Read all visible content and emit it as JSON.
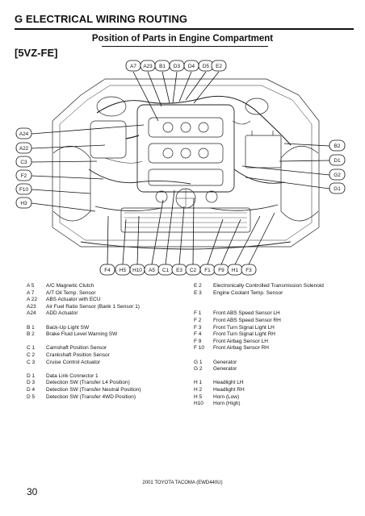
{
  "header": {
    "title": "G  ELECTRICAL WIRING ROUTING",
    "engine": "[5VZ-FE]"
  },
  "diagram": {
    "title": "Position of Parts in Engine Compartment",
    "top_tags": [
      "A7",
      "A23",
      "B1",
      "D3",
      "D4",
      "D5",
      "E2"
    ],
    "left_tags": [
      "A24",
      "A22",
      "C3",
      "F2",
      "F10",
      "H3"
    ],
    "right_tags": [
      "B2",
      "D1",
      "G2",
      "G1"
    ],
    "bottom_tags": [
      "F4",
      "H5",
      "H10",
      "A5",
      "C1",
      "E3",
      "C2",
      "F1",
      "F9",
      "H1",
      "F3"
    ]
  },
  "legend": {
    "left": [
      [
        {
          "code": "A  5",
          "name": "A/C Magnetic Clutch"
        },
        {
          "code": "A  7",
          "name": "A/T Oil Temp. Sensor"
        },
        {
          "code": "A 22",
          "name": "ABS Actuator with ECU"
        },
        {
          "code": "A23",
          "name": "Air Fuel Ratio Sensor (Bank 1 Sensor 1)"
        },
        {
          "code": "A24",
          "name": "ADD Actuator"
        }
      ],
      [
        {
          "code": "B  1",
          "name": "Back-Up Light SW"
        },
        {
          "code": "B  2",
          "name": "Brake Fluid Level Warning SW"
        }
      ],
      [
        {
          "code": "C  1",
          "name": "Camshaft Position Sensor"
        },
        {
          "code": "C  2",
          "name": "Crankshaft Position Sensor"
        },
        {
          "code": "C  3",
          "name": "Cruise Control Actuator"
        }
      ],
      [
        {
          "code": "D  1",
          "name": "Data Link Connector 1"
        },
        {
          "code": "D  3",
          "name": "Detection SW (Transfer L4 Position)"
        },
        {
          "code": "D  4",
          "name": "Detection SW (Transfer Neutral Position)"
        },
        {
          "code": "D  5",
          "name": "Detection SW (Transfer 4WD Position)"
        }
      ]
    ],
    "right": [
      [
        {
          "code": "E  2",
          "name": "Electronically Controlled Transmission Solenoid"
        },
        {
          "code": "E  3",
          "name": "Engine Coolant Temp. Sensor"
        }
      ],
      [
        {
          "code": "F  1",
          "name": "Front ABS Speed Sensor LH"
        },
        {
          "code": "F  2",
          "name": "Front ABS Speed Sensor RH"
        },
        {
          "code": "F  3",
          "name": "Front Turn Signal Light LH"
        },
        {
          "code": "F  4",
          "name": "Front Turn Signal Light RH"
        },
        {
          "code": "F  9",
          "name": "Front Airbag Sensor LH"
        },
        {
          "code": "F 10",
          "name": "Front Airbag Sensor RH"
        }
      ],
      [
        {
          "code": "G  1",
          "name": "Generator"
        },
        {
          "code": "G  2",
          "name": "Generator"
        }
      ],
      [
        {
          "code": "H  1",
          "name": "Headlight LH"
        },
        {
          "code": "H  2",
          "name": "Headlight RH"
        },
        {
          "code": "H  5",
          "name": "Horn (Low)"
        },
        {
          "code": "H10",
          "name": "Horn (High)"
        }
      ]
    ]
  },
  "footer": {
    "page_number": "30",
    "publication": "2001 TOYOTA TACOMA (EWD440U)"
  }
}
